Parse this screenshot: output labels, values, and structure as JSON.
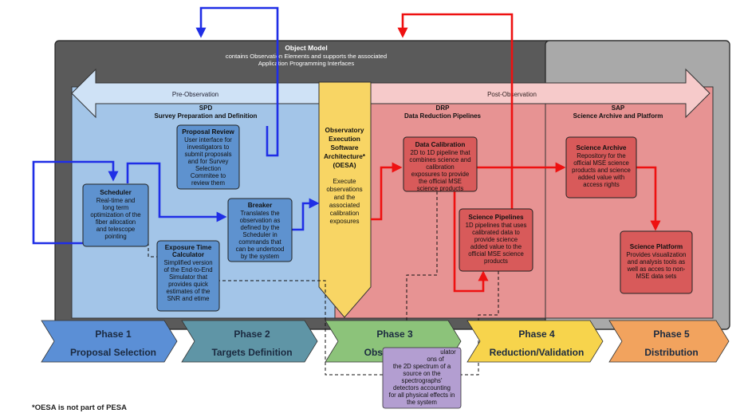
{
  "object_model": {
    "title": "Object Model",
    "lines": [
      "contains Observation Elements and supports the associated",
      "Application Programming Interfaces"
    ]
  },
  "timeline": {
    "pre": "Pre-Observation",
    "post": "Post-Observation"
  },
  "sections": {
    "spd": {
      "abbr": "SPD",
      "name": "Survey Preparation and Definition"
    },
    "drp": {
      "abbr": "DRP",
      "name": "Data Reduction Pipelines"
    },
    "sap": {
      "abbr": "SAP",
      "name": "Science Archive and Platform"
    }
  },
  "oesa": {
    "title_lines": [
      "Observatory",
      "Execution",
      "Software",
      "Architecture*",
      "(OESA)"
    ],
    "body_lines": [
      "Execute",
      "observations",
      "and the",
      "associated",
      "calibration",
      "exposures"
    ]
  },
  "boxes": {
    "proposal_review": {
      "title": "Proposal Review",
      "lines": [
        "User interface for",
        "investigators to",
        "submit proposals",
        "and for Survey",
        "Selection",
        "Commitee to",
        "review them"
      ]
    },
    "scheduler": {
      "title": "Scheduler",
      "lines": [
        "Real-time and",
        "long term",
        "optimization of the",
        "fiber allocation",
        "and telescope",
        "pointing"
      ]
    },
    "breaker": {
      "title": "Breaker",
      "lines": [
        "Translates the",
        "observation as",
        "defined by the",
        "Scheduler in",
        "commands that",
        "can be undertood",
        "by the system"
      ]
    },
    "etc": {
      "title_lines": [
        "Exposure Time",
        "Calculator"
      ],
      "lines": [
        "Simplified version",
        "of the End-to-End",
        "Simulator that",
        "provides quick",
        "estimates of the",
        "SNR and etime"
      ]
    },
    "data_calibration": {
      "title": "Data Calibration",
      "lines": [
        "2D to 1D pipeline that",
        "combines science and",
        "calibration",
        "exposures to provide",
        "the official MSE",
        "science products"
      ]
    },
    "science_pipelines": {
      "title": "Science Pipelines",
      "lines": [
        "1D pipelines that uses",
        "calibrated data to",
        "provide science",
        "added value to the",
        "official MSE science",
        "products"
      ]
    },
    "science_archive": {
      "title": "Science Archive",
      "lines": [
        "Repository for the",
        "official MSE science",
        "products and science",
        "added value with",
        "access rights"
      ]
    },
    "science_platform": {
      "title": "Science Platform",
      "lines": [
        "Provides visualization",
        "and analysis tools as",
        "well as acces to non-",
        "MSE data sets"
      ]
    },
    "simulator": {
      "lines": [
        "ulator",
        "ons of",
        "the 2D spectrum of a",
        "source on the",
        "spectrographs'",
        "detectors accounting",
        "for all physical effects in",
        "the system"
      ]
    }
  },
  "phases": [
    {
      "num": "Phase 1",
      "name": "Proposal Selection",
      "color": "#5b8fd6"
    },
    {
      "num": "Phase 2",
      "name": "Targets Definition",
      "color": "#5f95a6"
    },
    {
      "num": "Phase 3",
      "name": "Observations",
      "color": "#8cc37a"
    },
    {
      "num": "Phase 4",
      "name": "Reduction/Validation",
      "color": "#f7d44c"
    },
    {
      "num": "Phase 5",
      "name": "Distribution",
      "color": "#f2a35e"
    }
  ],
  "footnote": "*OESA is not part of PESA",
  "colors": {
    "blue_arrow": "#1f2ee6",
    "red_arrow": "#ee1111",
    "spd_bg": "#a3c5e8",
    "drp_bg": "#e79393",
    "spd_box": "#5e92cf",
    "drp_box": "#d85a5a",
    "oesa": "#f8d564",
    "simulator": "#b39ed1"
  }
}
